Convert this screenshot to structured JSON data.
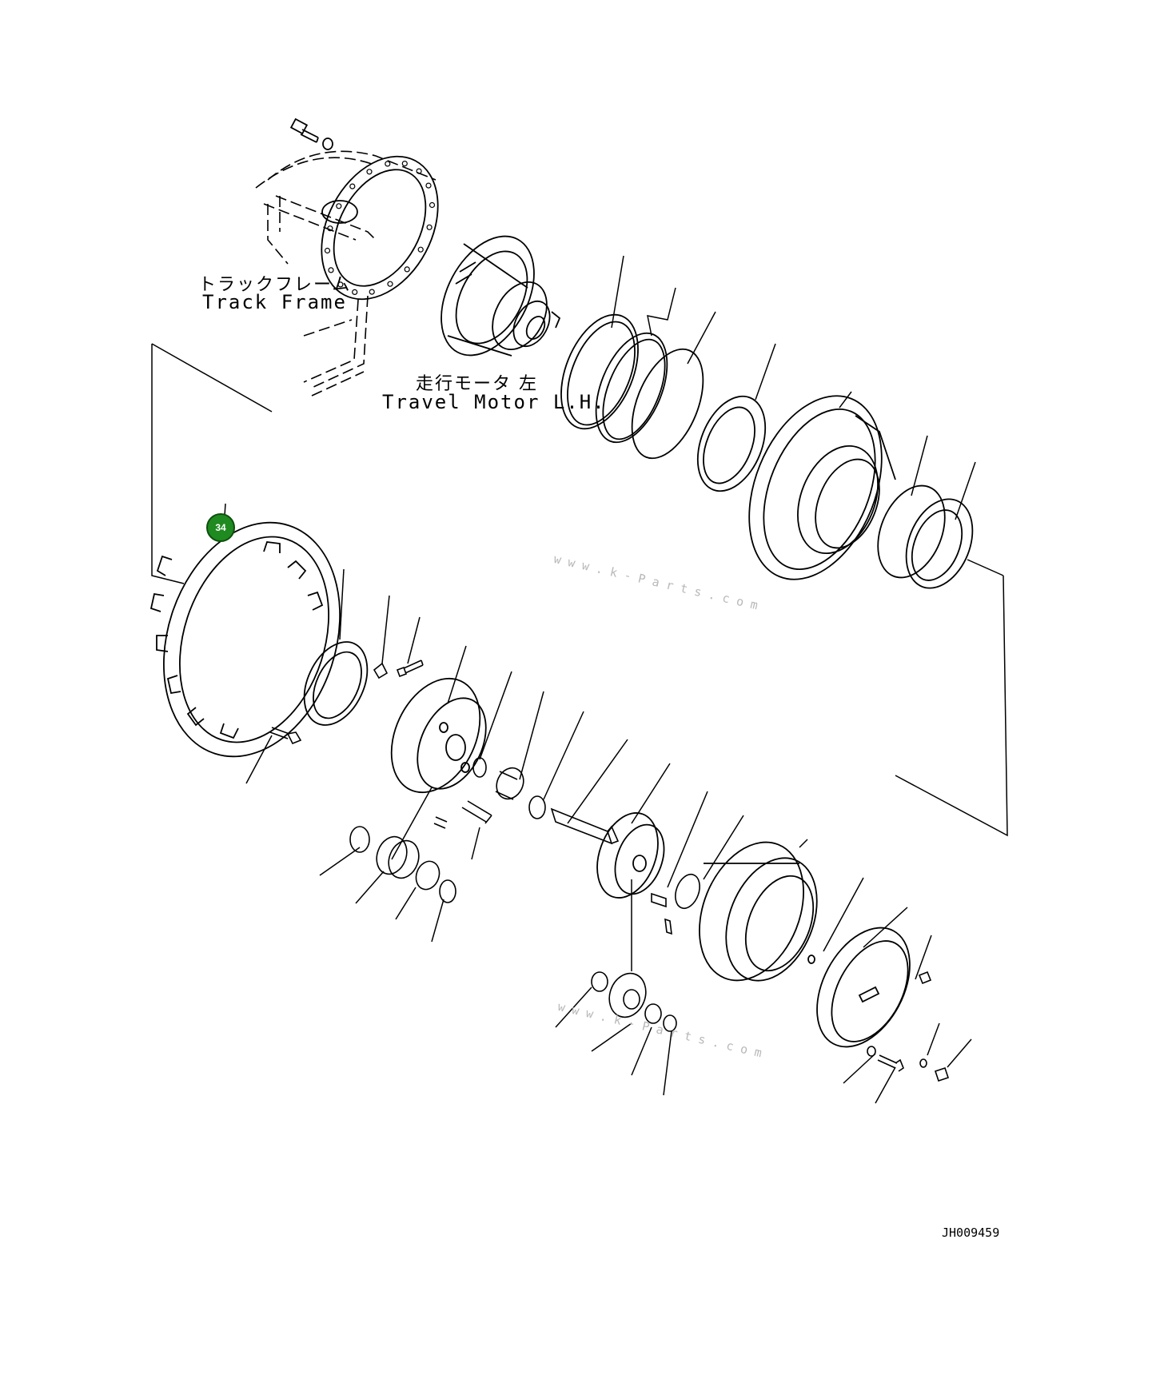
{
  "labels": {
    "track_frame_jp": "トラックフレーム",
    "track_frame_en": "Track Frame",
    "travel_motor_jp": "走行モータ 左",
    "travel_motor_en": "Travel Motor L.H."
  },
  "drawing_number": "JH009459",
  "callouts": [
    {
      "number": "34"
    }
  ],
  "watermark": "www.k-Parts.com",
  "colors": {
    "line": "#000000",
    "callout_fill": "#1f8a1f",
    "watermark": "#b8b8b8"
  }
}
